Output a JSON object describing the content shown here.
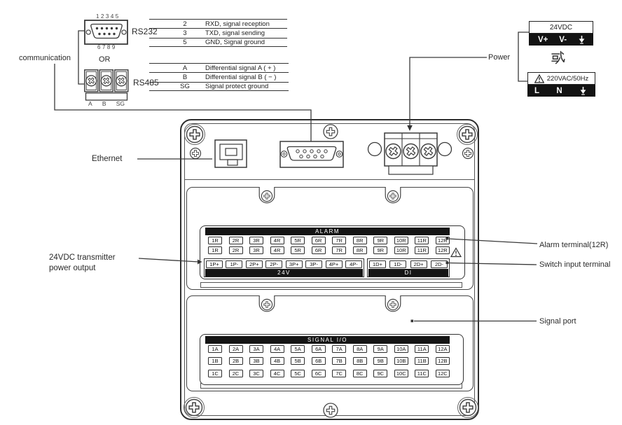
{
  "labels": {
    "communication": "communication",
    "or": "OR",
    "rs232": "RS232",
    "rs485": "RS485",
    "ethernet": "Ethernet",
    "power": "Power",
    "alarm_terminal": "Alarm terminal(12R)",
    "switch_input": "Switch input terminal",
    "signal_port": "Signal port",
    "transmitter": [
      "24VDC transmitter",
      "power output"
    ]
  },
  "connectors": {
    "rs232_pins_top": "12345",
    "rs232_pins_bottom": "6789",
    "rs485_pins": [
      "A",
      "B",
      "SG"
    ]
  },
  "rs232_table": {
    "rows": [
      {
        "pin": "2",
        "desc": "RXD, signal reception"
      },
      {
        "pin": "3",
        "desc": "TXD, signal sending"
      },
      {
        "pin": "5",
        "desc": "GND, Signal ground"
      }
    ]
  },
  "rs485_table": {
    "rows": [
      {
        "pin": "A",
        "desc": "Differential signal A ( + )"
      },
      {
        "pin": "B",
        "desc": "Differential signal B ( − )"
      },
      {
        "pin": "SG",
        "desc": "Signal protect ground"
      }
    ]
  },
  "power_options": {
    "dc_title": "24VDC",
    "dc_terminals": [
      "V+",
      "V-"
    ],
    "or_cn": "或",
    "ac_title": "220VAC/50Hz",
    "ac_terminals": [
      "L",
      "N"
    ]
  },
  "rear_panel": {
    "alarm": {
      "header": "ALARM",
      "row1": [
        "1R",
        "2R",
        "3R",
        "4R",
        "5R",
        "6R",
        "7R",
        "8R",
        "9R",
        "10R",
        "11R",
        "12R"
      ],
      "row2": [
        "1R",
        "2R",
        "3R",
        "4R",
        "5R",
        "6R",
        "7R",
        "8R",
        "9R",
        "10R",
        "11R",
        "12R"
      ]
    },
    "power24": {
      "header": "24V",
      "terminals": [
        "1P+",
        "1P-",
        "2P+",
        "2P-",
        "3P+",
        "3P-",
        "4P+",
        "4P-"
      ]
    },
    "di": {
      "header": "DI",
      "terminals": [
        "1D+",
        "1D-",
        "2D+",
        "2D-"
      ]
    },
    "signal": {
      "header": "SIGNAL I/O",
      "rowA": [
        "1A",
        "2A",
        "3A",
        "4A",
        "5A",
        "6A",
        "7A",
        "8A",
        "9A",
        "10A",
        "11A",
        "12A"
      ],
      "rowB": [
        "1B",
        "2B",
        "3B",
        "4B",
        "5B",
        "6B",
        "7B",
        "8B",
        "9B",
        "10B",
        "11B",
        "12B"
      ],
      "rowC": [
        "1C",
        "2C",
        "3C",
        "4C",
        "5C",
        "6C",
        "7C",
        "8C",
        "9C",
        "10C",
        "11C",
        "12C"
      ]
    }
  },
  "icons": {
    "ground-icon": "⏚",
    "warning-icon": "⚠",
    "or-chinese-glyph": "或",
    "screw-cross-icon": "+",
    "screw-x-icon": "×"
  },
  "colors": {
    "ink": "#3a3a3a",
    "bar_background": "#151515",
    "background": "#ffffff"
  }
}
